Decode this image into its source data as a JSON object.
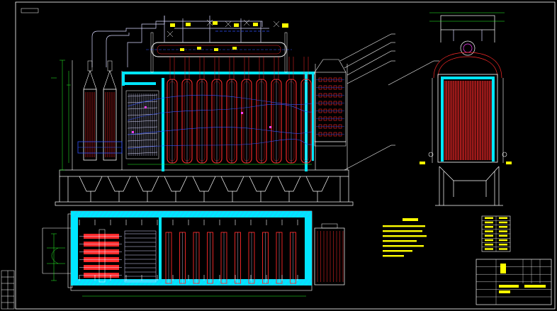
{
  "drawing": {
    "background": "#000000",
    "colors": {
      "frame": "#ffffff",
      "outline": "#ffffff",
      "tube": "#ff2a2a",
      "tube_dark": "#c01010",
      "pipe": "#d8d8ff",
      "insulation": "#00e6ff",
      "dimension": "#2bff2b",
      "hatch": "#5a8cff",
      "leader": "#ffffff",
      "note_tag": "#ffff00",
      "magenta": "#ff40ff",
      "blue": "#3050ff"
    },
    "views": [
      {
        "name": "front-elevation"
      },
      {
        "name": "side-elevation"
      },
      {
        "name": "plan-view"
      }
    ],
    "counts": {
      "superheater_panels": 10,
      "economizer_rows": 8,
      "side_tubes": 28,
      "leaders": 5,
      "note_lines": 7,
      "parts_rows": 8,
      "title_rows": 6
    }
  }
}
